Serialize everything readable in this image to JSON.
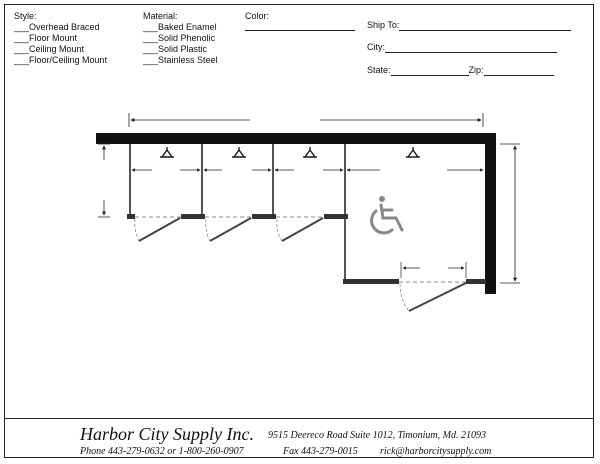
{
  "style_section": {
    "label": "Style:",
    "options": [
      "Overhead Braced",
      "Floor Mount",
      "Ceiling Mount",
      "Floor/Ceiling Mount"
    ]
  },
  "material_section": {
    "label": "Material:",
    "options": [
      "Baked Enamel",
      "Solid Phenolic",
      "Solid Plastic",
      "Stainless Steel"
    ]
  },
  "color_section": {
    "label": "Color:"
  },
  "shipping": {
    "ship_to_label": "Ship To:",
    "city_label": "City:",
    "state_label": "State:",
    "zip_label": "Zip:"
  },
  "footer": {
    "company": "Harbor City Supply Inc.",
    "address": "9515 Deereco Road  Suite 1012,  Timonium, Md.  21093",
    "phone": "Phone 443-279-0632 or 1-800-260-0907",
    "fax": "Fax 443-279-0015",
    "email": "rick@harborcitysupply.com"
  },
  "icons": {
    "accessible": "wheelchair-accessibility-icon",
    "toilet": "toilet-fixture-icon"
  }
}
